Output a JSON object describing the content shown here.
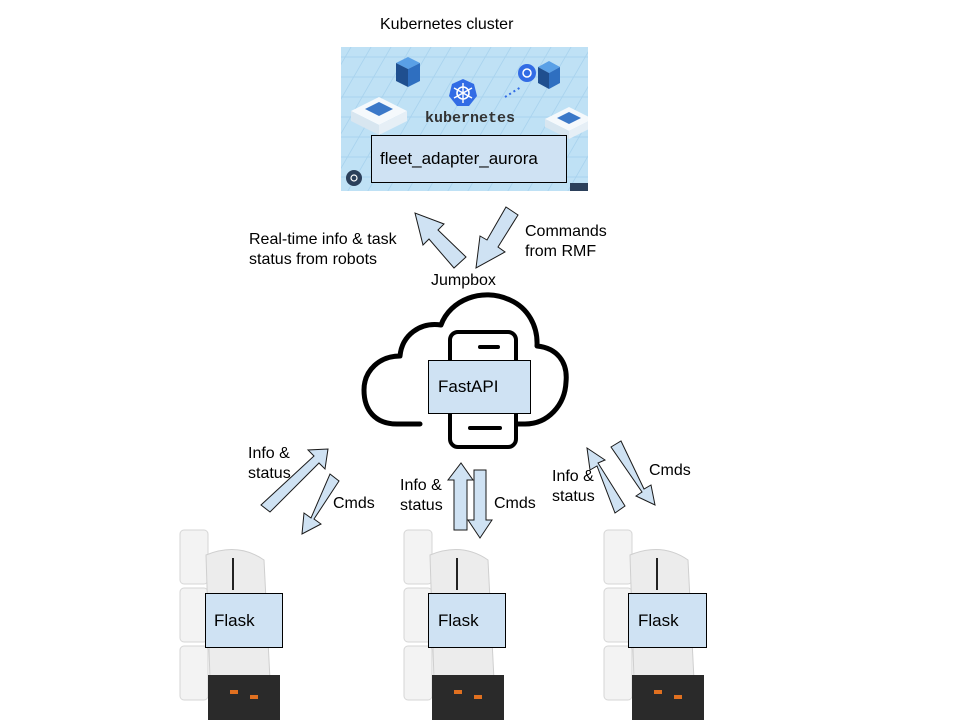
{
  "cluster": {
    "title": "Kubernetes cluster",
    "logo_text": "kubernetes",
    "adapter_label": "fleet_adapter_aurora"
  },
  "arrows_top": {
    "up_label_line1": "Real-time info & task",
    "up_label_line2": "status from robots",
    "down_label_line1": "Commands",
    "down_label_line2": "from RMF"
  },
  "jumpbox": {
    "label": "Jumpbox",
    "server_label": "FastAPI"
  },
  "links": [
    {
      "info_line1": "Info &",
      "info_line2": "status",
      "cmds": "Cmds"
    },
    {
      "info_line1": "Info &",
      "info_line2": "status",
      "cmds": "Cmds"
    },
    {
      "info_line1": "Info &",
      "info_line2": "status",
      "cmds": "Cmds"
    }
  ],
  "robots": [
    {
      "label": "Flask"
    },
    {
      "label": "Flask"
    },
    {
      "label": "Flask"
    }
  ],
  "colors": {
    "box_fill": "#cfe2f3",
    "arrow_fill": "#cfe2f3",
    "k8s_bg": "#bfe1f5",
    "k8s_blue": "#326ce5"
  }
}
